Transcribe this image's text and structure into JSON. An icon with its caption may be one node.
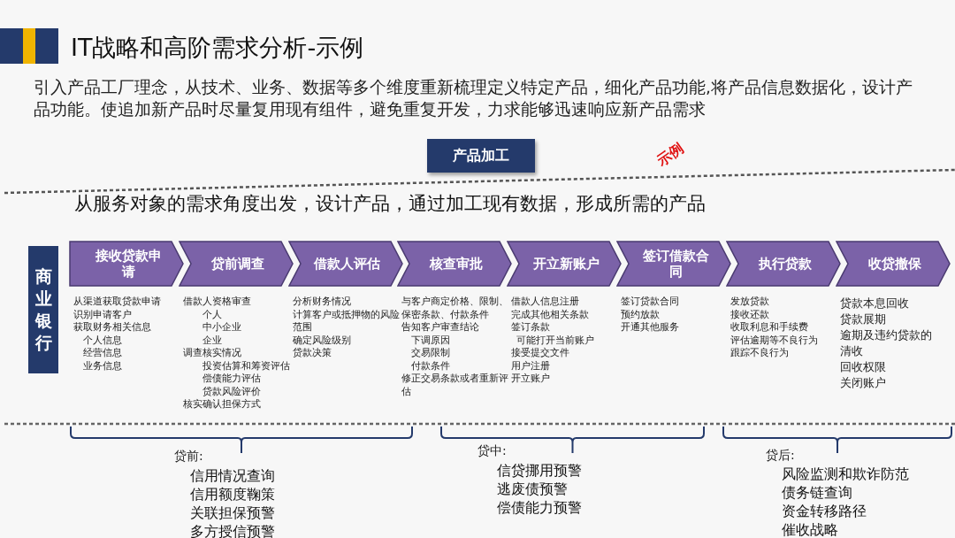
{
  "diagram": {
    "title": "IT战略和高阶需求分析-示例",
    "nodes": [
      {
        "text": [
          "产品加工"
        ]
      },
      {
        "text": [
          "商业银行"
        ]
      },
      {
        "text": [
          "接收贷款申请"
        ],
        "beside": [
          "从渠道获取贷款申请",
          "识别申请客户",
          "获取财务相关信息",
          "个人信息",
          "经营信息",
          "业务信息"
        ]
      },
      {
        "text": [
          "贷前调查"
        ],
        "beside": [
          "借款人资格审查",
          "个人",
          "中小企业",
          "企业",
          "调查核实情况",
          "投资估算和筹资评估",
          "偿债能力评估",
          "贷款风险评价",
          "核实确认担保方式"
        ]
      },
      {
        "text": [
          "借款人评估"
        ],
        "beside": [
          "分析财务情况",
          "计算客户或抵押物的风险范围",
          "确定风险级别",
          "贷款决策"
        ]
      },
      {
        "text": [
          "核查审批"
        ],
        "beside": [
          "与客户商定价格、限制、保密条款、付款条件",
          "告知客户审查结论",
          "下调原因",
          "交易限制",
          "付款条件",
          "修正交易条款或者重新评估"
        ]
      },
      {
        "text": [
          "开立新账户"
        ],
        "beside": [
          "借款人信息注册",
          "完成其他相关条款",
          "签订条款",
          "可能打开当前账户",
          "接受提交文件",
          "用户注册",
          "开立账户"
        ]
      },
      {
        "text": [
          "签订借款合同"
        ],
        "beside": [
          "签订贷款合同",
          "预约放款",
          "开通其他服务"
        ]
      },
      {
        "text": [
          "执行贷款"
        ],
        "beside": [
          "发放贷款",
          "接收还款",
          "收取利息和手续费",
          "评估逾期等不良行为",
          "跟踪不良行为"
        ]
      },
      {
        "text": [
          "收贷撤保"
        ],
        "beside": [
          "贷款本息回收",
          "贷款展期",
          "逾期及违约贷款的清收",
          "回收权限",
          "关闭账户"
        ]
      }
    ],
    "labels": [
      "引入产品工厂理念，从技术、业务、数据等多个维度重新梳理定义特定产品，细化产品功能,将产品信息数据化，设计产品功能。使追加新产品时尽量复用现有组件，避免重复开发，力求能够迅速响应新产品需求",
      "示例",
      "从服务对象的需求角度出发，设计产品，通过加工现有数据，形成所需的产品",
      "贷前:",
      "信用情况查询",
      "信用额度鞠策",
      "关联担保预警",
      "多方授信预警",
      "贷中:",
      "信贷挪用预警",
      "逃废债预警",
      "偿债能力预警",
      "贷后:",
      "风险监测和欺诈防范",
      "债务链查询",
      "资金转移路径",
      "催收战略"
    ]
  }
}
